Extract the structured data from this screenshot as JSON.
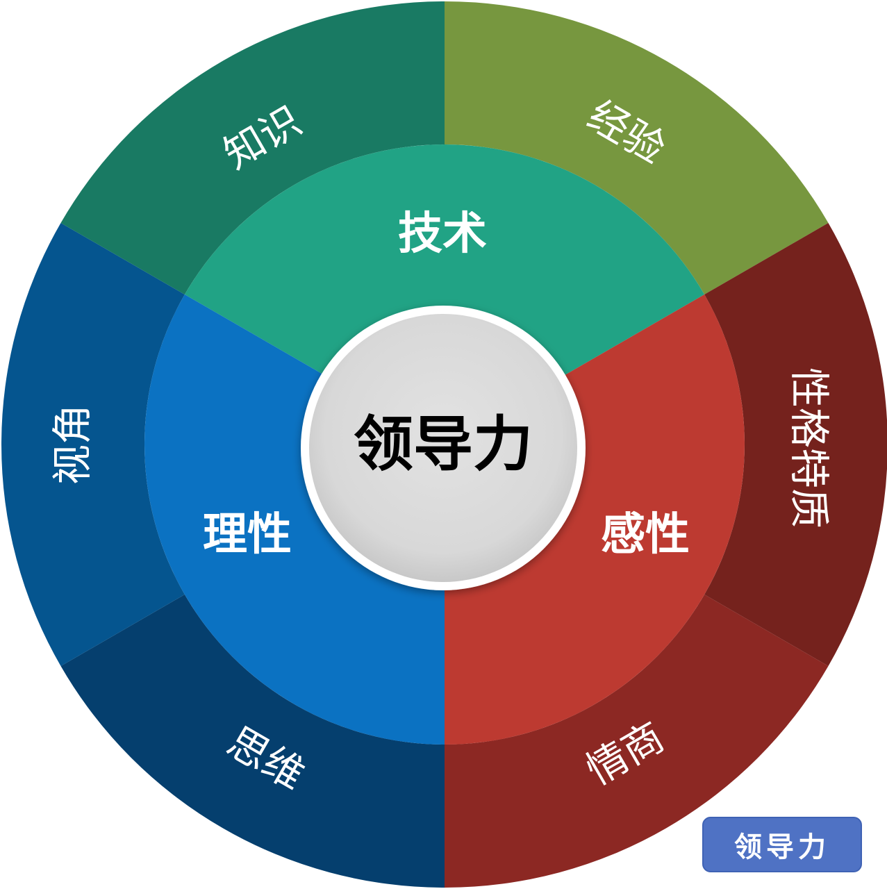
{
  "diagram": {
    "type": "sunburst",
    "center": {
      "label": "领导力",
      "fill": "#dcdcdc",
      "border": "#ffffff",
      "text_color": "#000000"
    },
    "inner_ring": [
      {
        "id": "tech",
        "label": "技术",
        "fill": "#21a385",
        "start_deg": 300,
        "end_deg": 60
      },
      {
        "id": "emotional",
        "label": "感性",
        "fill": "#bd3a31",
        "start_deg": 60,
        "end_deg": 180
      },
      {
        "id": "rational",
        "label": "理性",
        "fill": "#0b72c2",
        "start_deg": 180,
        "end_deg": 300
      }
    ],
    "outer_ring": [
      {
        "id": "experience",
        "label": "经验",
        "fill": "#77973f",
        "parent": "tech",
        "start_deg": 0,
        "end_deg": 60
      },
      {
        "id": "personality",
        "label": "性格特质",
        "fill": "#75221d",
        "parent": "emotional",
        "start_deg": 60,
        "end_deg": 120
      },
      {
        "id": "eq",
        "label": "情商",
        "fill": "#8c2823",
        "parent": "emotional",
        "start_deg": 120,
        "end_deg": 180
      },
      {
        "id": "thinking",
        "label": "思维",
        "fill": "#053f6e",
        "parent": "rational",
        "start_deg": 180,
        "end_deg": 240
      },
      {
        "id": "perspective",
        "label": "视角",
        "fill": "#05558f",
        "parent": "rational",
        "start_deg": 240,
        "end_deg": 300
      },
      {
        "id": "knowledge",
        "label": "知识",
        "fill": "#197a63",
        "parent": "tech",
        "start_deg": 300,
        "end_deg": 360
      }
    ]
  },
  "badge": {
    "label": "领导力",
    "color": "#4f72c4"
  }
}
